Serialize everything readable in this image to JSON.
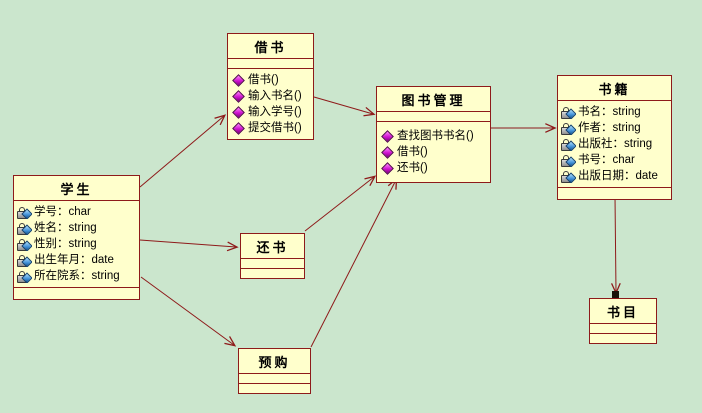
{
  "diagram": {
    "kind": "uml-class-diagram",
    "background_color": "#cbe6cd",
    "class_fill_color": "#ffffcc",
    "line_color": "#8e1a1a",
    "operation_icon_color": "#cf12cf",
    "attribute_icon": "lock-with-blue-diamond"
  },
  "classes": [
    {
      "name": "借书",
      "attributes": [],
      "operations": [
        "借书()",
        "输入书名()",
        "输入学号()",
        "提交借书()"
      ]
    },
    {
      "name": "学生",
      "attributes": [
        "学号：char",
        "姓名：string",
        "性别：string",
        "出生年月：date",
        "所在院系：string"
      ],
      "operations": []
    },
    {
      "name": "还书",
      "attributes": [],
      "operations": []
    },
    {
      "name": "预购",
      "attributes": [],
      "operations": []
    },
    {
      "name": "图书管理",
      "attributes": [],
      "operations": [
        "查找图书书名()",
        "借书()",
        "还书()"
      ]
    },
    {
      "name": "书籍",
      "attributes": [
        "书名：string",
        "作者：string",
        "出版社：string",
        "书号：char",
        "出版日期：date"
      ],
      "operations": []
    },
    {
      "name": "书目",
      "attributes": [],
      "operations": []
    }
  ],
  "relationships": [
    {
      "from": "学生",
      "to": "借书",
      "type": "directed-association"
    },
    {
      "from": "学生",
      "to": "还书",
      "type": "directed-association"
    },
    {
      "from": "学生",
      "to": "预购",
      "type": "directed-association"
    },
    {
      "from": "借书",
      "to": "图书管理",
      "type": "directed-association"
    },
    {
      "from": "还书",
      "to": "图书管理",
      "type": "directed-association"
    },
    {
      "from": "预购",
      "to": "图书管理",
      "type": "directed-association"
    },
    {
      "from": "图书管理",
      "to": "书籍",
      "type": "directed-association"
    },
    {
      "from": "书籍",
      "to": "书目",
      "type": "directed-association-selected-with-handles"
    }
  ]
}
